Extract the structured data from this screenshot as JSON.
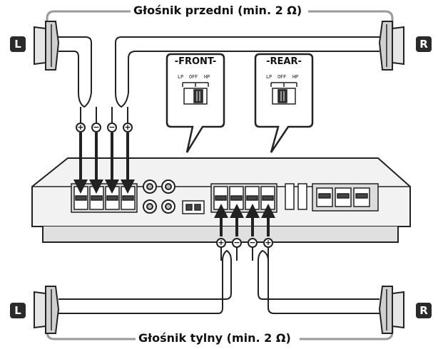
{
  "captions": {
    "front": "Głośnik przedni (min. 2 Ω)",
    "rear": "Głośnik tylny (min. 2 Ω)"
  },
  "channels": {
    "left": "L",
    "right": "R"
  },
  "bubbles": {
    "front": {
      "title": "-FRONT-",
      "positions": [
        "LP",
        "OFF",
        "HP"
      ]
    },
    "rear": {
      "title": "-REAR-",
      "positions": [
        "LP",
        "OFF",
        "HP"
      ]
    }
  },
  "polarity": {
    "front": [
      "+",
      "−",
      "−",
      "+"
    ],
    "rear": [
      "+",
      "−",
      "−",
      "+"
    ]
  },
  "colors": {
    "line": "#222222",
    "wire": "#333333",
    "badge": "#2a2a2a",
    "panel": "#f2f2f2"
  }
}
